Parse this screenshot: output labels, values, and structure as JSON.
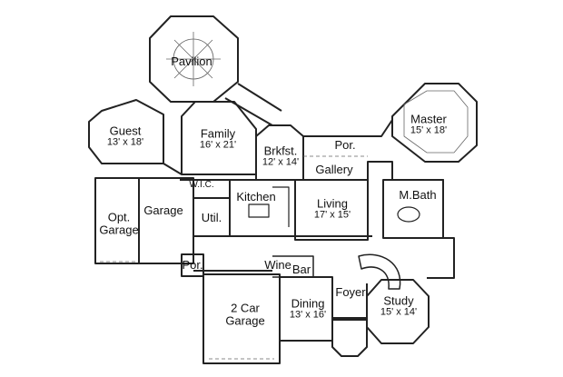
{
  "rooms": {
    "pavilion": {
      "name": "Pavilion",
      "dims": ""
    },
    "guest": {
      "name": "Guest",
      "dims": "13' x 18'"
    },
    "family": {
      "name": "Family",
      "dims": "16' x 21'"
    },
    "brkfst": {
      "name": "Brkfst.",
      "dims": "12' x 14'"
    },
    "por_top": {
      "name": "Por.",
      "dims": ""
    },
    "master": {
      "name": "Master",
      "dims": "15' x 18'"
    },
    "gallery": {
      "name": "Gallery",
      "dims": ""
    },
    "wic": {
      "name": "W.I.C.",
      "dims": ""
    },
    "kitchen": {
      "name": "Kitchen",
      "dims": ""
    },
    "garage": {
      "name": "Garage",
      "dims": ""
    },
    "opt_garage": {
      "name": "Opt.",
      "dims": "Garage"
    },
    "util": {
      "name": "Util.",
      "dims": ""
    },
    "living": {
      "name": "Living",
      "dims": "17' x 15'"
    },
    "mbath": {
      "name": "M.Bath",
      "dims": ""
    },
    "por_side": {
      "name": "Por.",
      "dims": ""
    },
    "wine": {
      "name": "Wine",
      "dims": ""
    },
    "bar": {
      "name": "Bar",
      "dims": ""
    },
    "car_garage": {
      "name": "2 Car",
      "dims": "Garage"
    },
    "dining": {
      "name": "Dining",
      "dims": "13' x 16'"
    },
    "foyer": {
      "name": "Foyer",
      "dims": ""
    },
    "study": {
      "name": "Study",
      "dims": "15' x 14'"
    }
  },
  "colors": {
    "wall": "#222222",
    "thin": "#666666",
    "fill": "#ffffff"
  }
}
